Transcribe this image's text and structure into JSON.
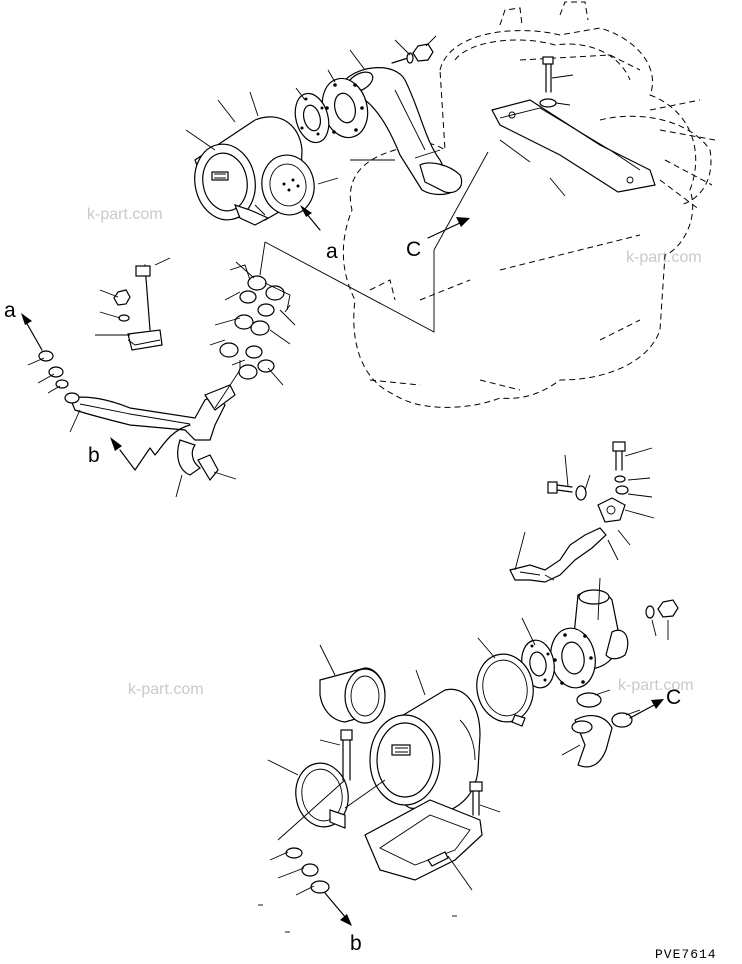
{
  "diagram": {
    "code": "PVE7614",
    "watermark": "k-part.com",
    "labels": {
      "a_top": "a",
      "a_left": "a",
      "b_left": "b",
      "b_bottom": "b",
      "c_top": "C",
      "c_right": "C"
    }
  }
}
